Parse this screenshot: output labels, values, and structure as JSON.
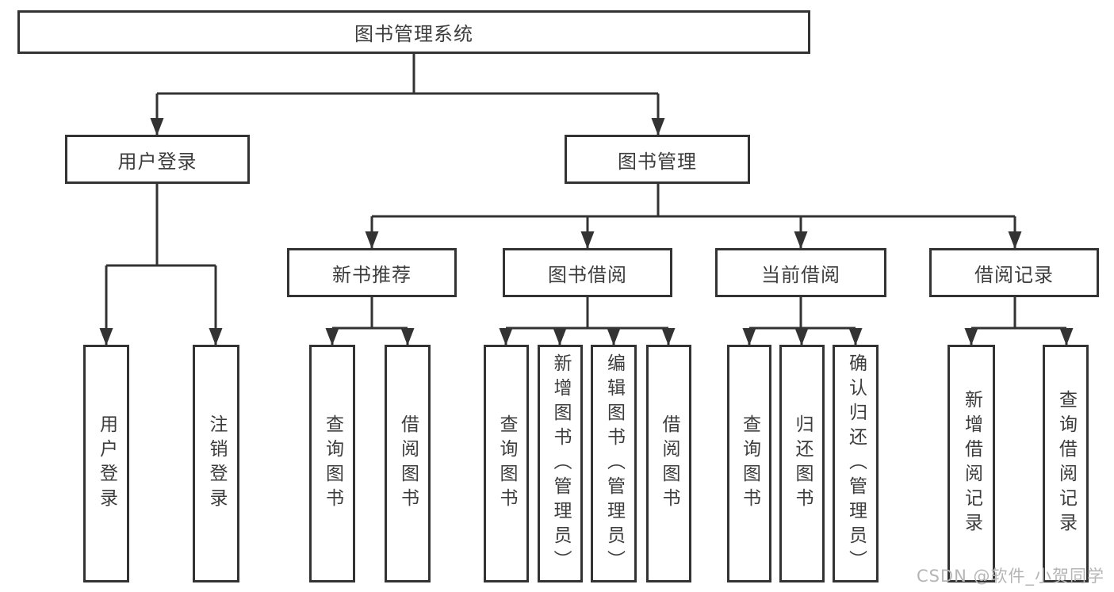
{
  "tree": {
    "label": "图书管理系统",
    "children": [
      {
        "label": "用户登录",
        "children": [
          {
            "label": "用户登录"
          },
          {
            "label": "注销登录"
          }
        ]
      },
      {
        "label": "图书管理",
        "children": [
          {
            "label": "新书推荐",
            "children": [
              {
                "label": "查询图书"
              },
              {
                "label": "借阅图书"
              }
            ]
          },
          {
            "label": "图书借阅",
            "children": [
              {
                "label": "查询图书"
              },
              {
                "label": "新增图书（管理员）"
              },
              {
                "label": "编辑图书（管理员）"
              },
              {
                "label": "借阅图书"
              }
            ]
          },
          {
            "label": "当前借阅",
            "children": [
              {
                "label": "查询图书"
              },
              {
                "label": "归还图书"
              },
              {
                "label": "确认归还（管理员）"
              }
            ]
          },
          {
            "label": "借阅记录",
            "children": [
              {
                "label": "新增借阅记录"
              },
              {
                "label": "查询借阅记录"
              }
            ]
          }
        ]
      }
    ]
  },
  "watermark": "CSDN @软件_小贺同学",
  "colors": {
    "line": "#333333",
    "box_background": "#ffffff",
    "text": "#3d3d3d",
    "watermark": "#b5b5b5"
  }
}
